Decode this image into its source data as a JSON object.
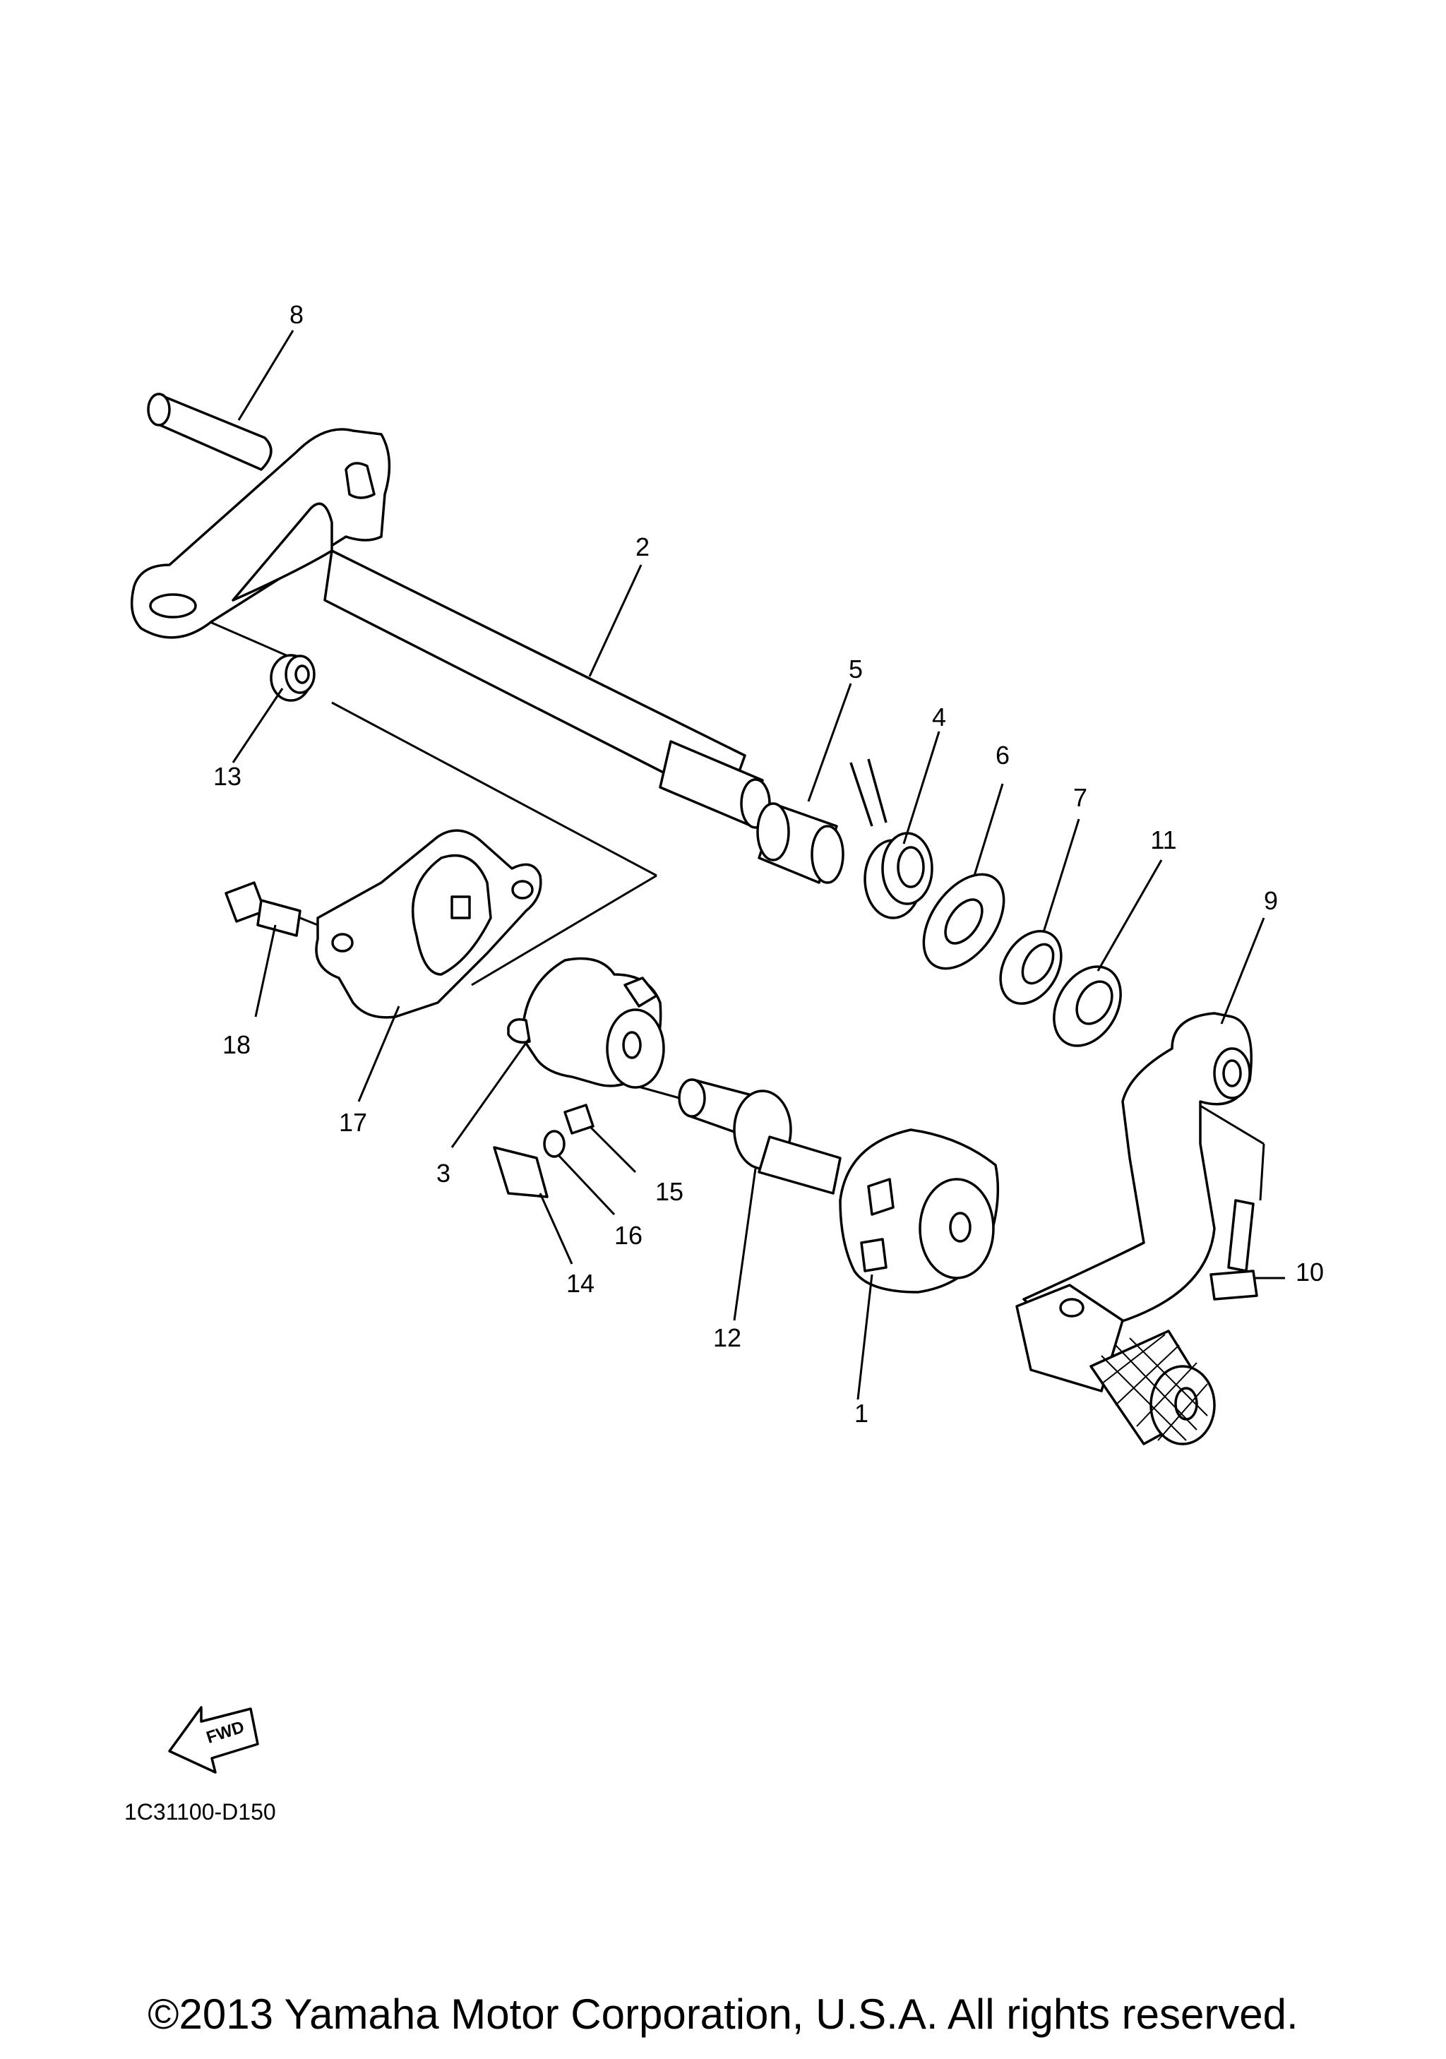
{
  "diagram": {
    "callouts": [
      "1",
      "2",
      "3",
      "4",
      "5",
      "6",
      "7",
      "8",
      "9",
      "10",
      "11",
      "12",
      "13",
      "14",
      "15",
      "16",
      "17",
      "18"
    ],
    "fwd_label": "FWD",
    "diagram_code": "1C31100-D150",
    "copyright": "©2013 Yamaha Motor Corporation, U.S.A. All rights reserved."
  }
}
